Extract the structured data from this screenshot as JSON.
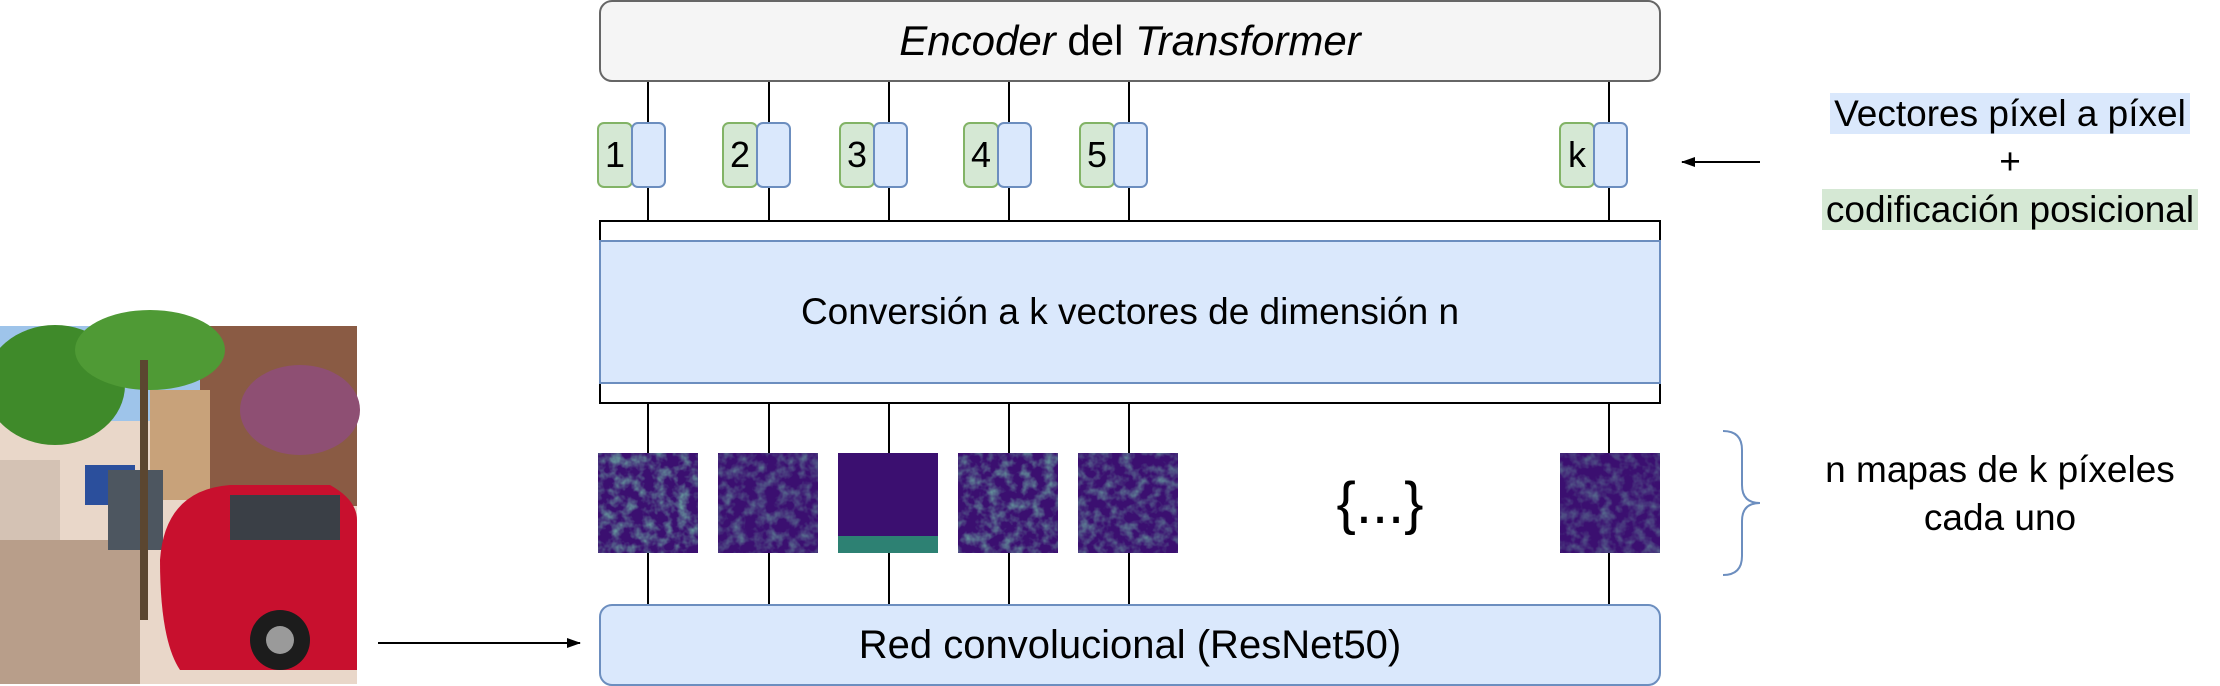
{
  "encoder": {
    "italic_1": "Encoder",
    "plain": " del ",
    "italic_2": "Transformer"
  },
  "tokens": [
    "1",
    "2",
    "3",
    "4",
    "5",
    "k"
  ],
  "conversion_label": "Conversión a k vectores de dimensión n",
  "feature_maps_ellipsis": "{...}",
  "cnn_label": "Red convolucional (ResNet50)",
  "right_labels": {
    "vectors": "Vectores píxel a píxel",
    "plus": "+",
    "positional": "codificación posicional",
    "maps_line1": "n mapas de k píxeles",
    "maps_line2": "cada uno"
  },
  "colors": {
    "blue_fill": "#dae8fc",
    "blue_stroke": "#6c8ebf",
    "green_fill": "#d5e8d4",
    "green_stroke": "#82b366",
    "grey_fill": "#f5f5f5",
    "grey_stroke": "#666666",
    "map_bg": "#3b0f70"
  },
  "icons": {
    "input_photo": "street-photo-icon",
    "arrows": "arrow-left-icon"
  }
}
